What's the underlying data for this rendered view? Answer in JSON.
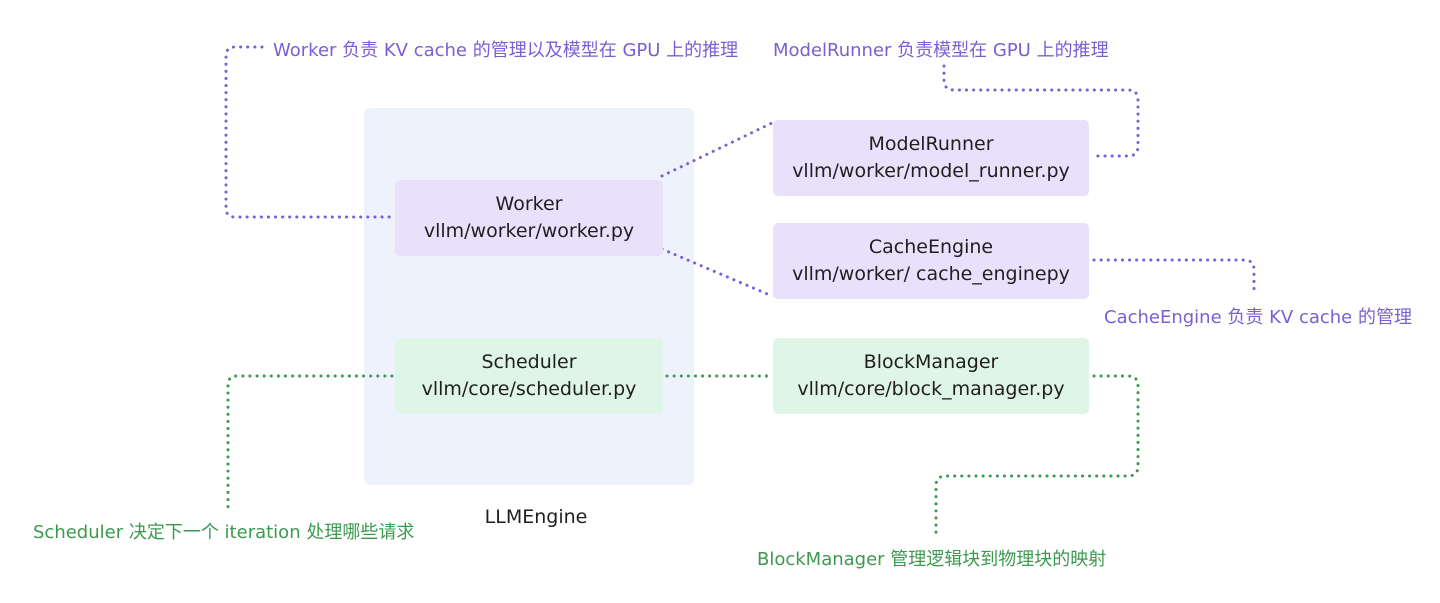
{
  "colors": {
    "purple_accent": "#7b5fd2",
    "green_accent": "#3c9a4f",
    "purple_box": "#e9e0fc",
    "green_box": "#dff5e6",
    "group_bg": "#eef2fc"
  },
  "engine": {
    "label": "LLMEngine"
  },
  "components": {
    "worker": {
      "name": "Worker",
      "path": "vllm/worker/worker.py"
    },
    "scheduler": {
      "name": "Scheduler",
      "path": "vllm/core/scheduler.py"
    },
    "model_runner": {
      "name": "ModelRunner",
      "path": "vllm/worker/model_runner.py"
    },
    "cache_engine": {
      "name": "CacheEngine",
      "path": "vllm/worker/ cache_enginepy"
    },
    "block_manager": {
      "name": "BlockManager",
      "path": "vllm/core/block_manager.py"
    }
  },
  "notes": {
    "worker": "Worker 负责 KV cache 的管理以及模型在 GPU 上的推理",
    "model_runner": "ModelRunner 负责模型在 GPU 上的推理",
    "cache_engine": "CacheEngine 负责 KV cache 的管理",
    "scheduler": "Scheduler 决定下一个 iteration 处理哪些请求",
    "block_manager": "BlockManager 管理逻辑块到物理块的映射"
  }
}
